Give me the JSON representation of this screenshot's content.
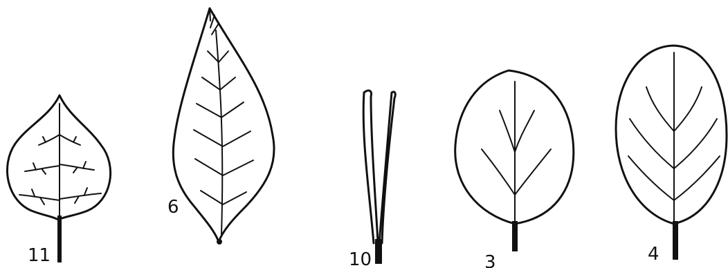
{
  "figure": {
    "leaves": [
      {
        "id": "leaf-11",
        "label": "11",
        "shape": "cordate"
      },
      {
        "id": "leaf-6",
        "label": "6",
        "shape": "lanceolate-acuminate"
      },
      {
        "id": "leaf-10",
        "label": "10",
        "shape": "linear-needle-pair"
      },
      {
        "id": "leaf-3",
        "label": "3",
        "shape": "ovate"
      },
      {
        "id": "leaf-4",
        "label": "4",
        "shape": "elliptic"
      }
    ],
    "colors": {
      "ink": "#111111",
      "background": "#ffffff"
    }
  }
}
